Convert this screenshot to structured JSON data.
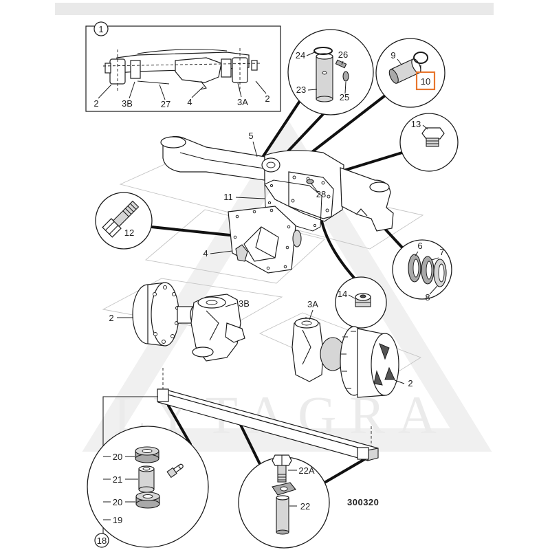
{
  "overview_inset": {
    "badge": "1",
    "labels": [
      "2",
      "3B",
      "27",
      "4",
      "3A",
      "2"
    ]
  },
  "pin_detail": {
    "labels": [
      "24",
      "26",
      "23",
      "25"
    ]
  },
  "bush_detail": {
    "labels": [
      "9",
      "10"
    ]
  },
  "breather_detail": {
    "label": "13"
  },
  "bolt_detail": {
    "label": "12"
  },
  "housing": {
    "labels": [
      "5",
      "11",
      "28",
      "4"
    ]
  },
  "bearing_detail": {
    "labels": [
      "6",
      "7",
      "8"
    ]
  },
  "plug_detail": {
    "label": "14"
  },
  "left_hub": {
    "labels": [
      "2",
      "3B"
    ]
  },
  "right_hub": {
    "labels": [
      "3A",
      "2"
    ]
  },
  "mount_detail": {
    "badge": "18",
    "labels": [
      "20",
      "21",
      "20",
      "19"
    ]
  },
  "pivot_pin_detail": {
    "labels": [
      "22A",
      "22"
    ]
  },
  "drawing_number": "300320",
  "watermark": "LYTAGRA",
  "colors": {
    "highlight": "#e8762d",
    "ink": "#1b1b1b",
    "watermark": "#ebebeb"
  }
}
